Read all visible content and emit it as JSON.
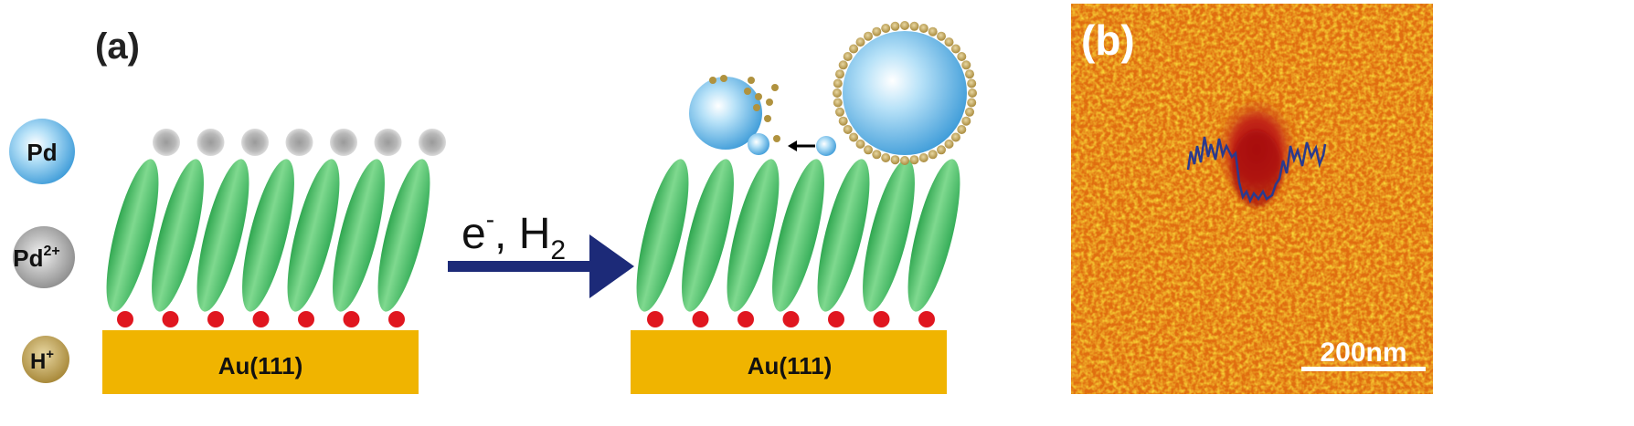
{
  "panels": {
    "a": {
      "label": "(a)"
    },
    "b": {
      "label": "(b)",
      "scale_bar": "200nm"
    }
  },
  "legend": [
    {
      "id": "pd",
      "text": "Pd",
      "sup": "",
      "color": "#4aa8e0"
    },
    {
      "id": "pd2",
      "text": "Pd",
      "sup": "2+",
      "color": "#9a9a9a"
    },
    {
      "id": "h",
      "text": "H",
      "sup": "+",
      "color": "#b0923e"
    }
  ],
  "reaction": {
    "electron": "e",
    "electron_sup": "-",
    "separator": ", ",
    "hydrogen": "H",
    "hydrogen_sub": "2"
  },
  "substrate": {
    "left": "Au(111)",
    "right": "Au(111)"
  },
  "colors": {
    "molecule": "#3cb55e",
    "anchor": "#e0161f",
    "substrate": "#f0b400",
    "arrow": "#1c2a78",
    "pd": "#4aa8e0",
    "pd_ion": "#9a9a9a",
    "proton": "#b0923e",
    "afm_light": "#f5d418",
    "afm_mid": "#e06e10",
    "afm_dark": "#a80c0c",
    "profile": "#2a3a8e"
  },
  "molecule_count": 7
}
